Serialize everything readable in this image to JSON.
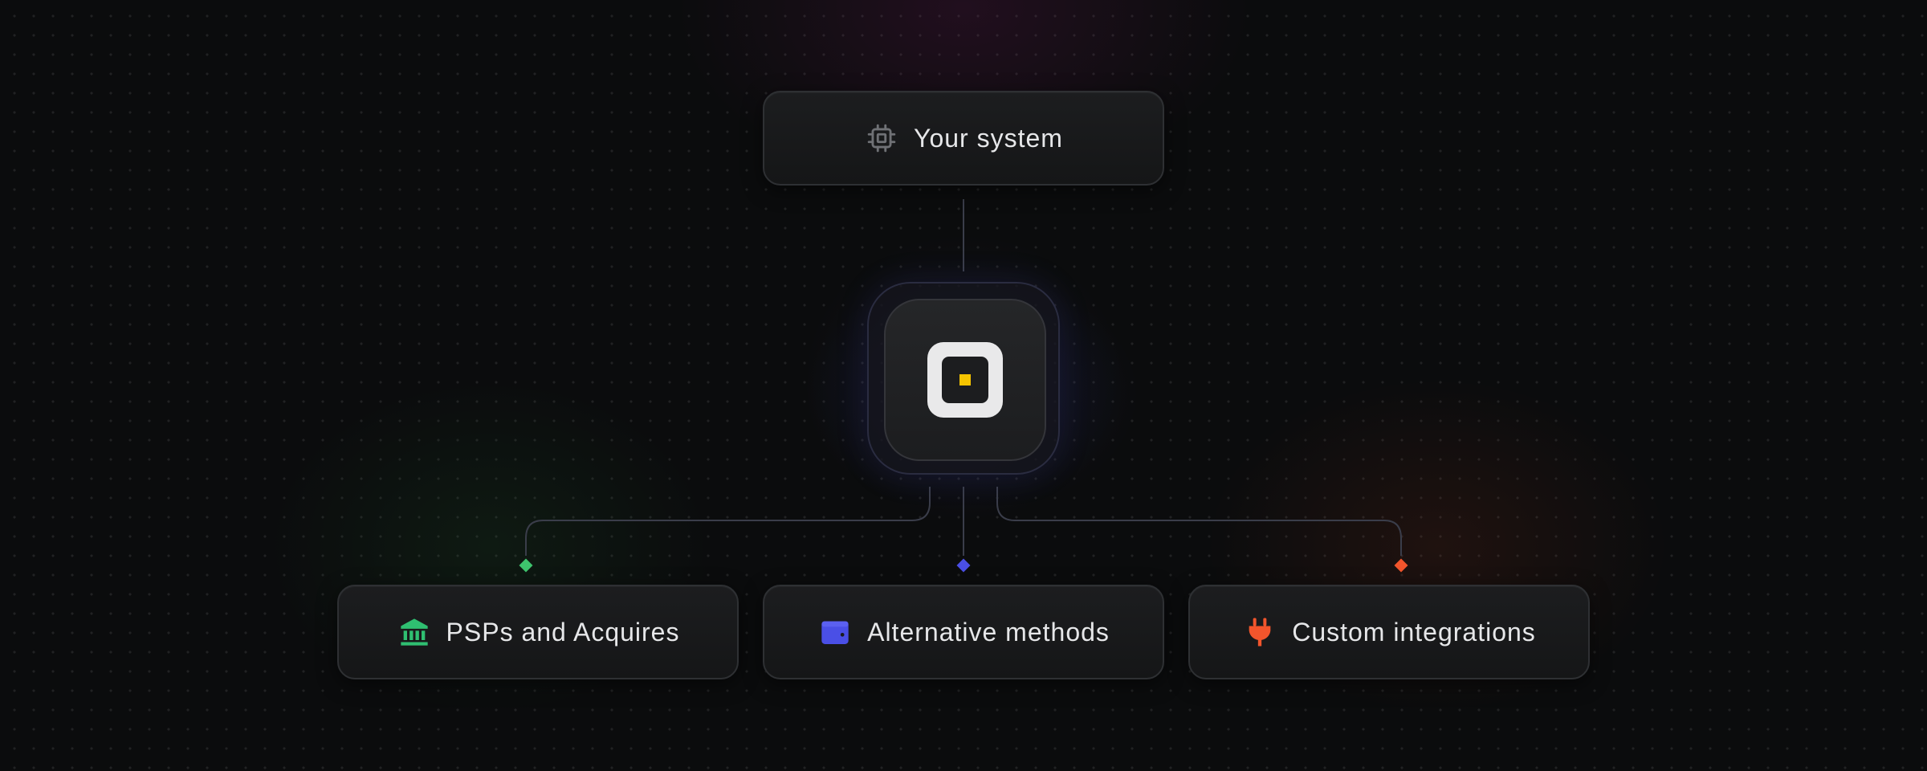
{
  "nodes": {
    "top": {
      "label": "Your system",
      "icon": "cpu-chip-icon",
      "icon_color": "#6f7175"
    },
    "psp": {
      "label": "PSPs and Acquires",
      "icon": "bank-icon",
      "icon_color": "#2fbf71"
    },
    "alt": {
      "label": "Alternative methods",
      "icon": "wallet-icon",
      "icon_color": "#4a4fe6"
    },
    "custom": {
      "label": "Custom integrations",
      "icon": "plug-icon",
      "icon_color": "#f2552c"
    }
  },
  "hub": {
    "icon": "app-logo-icon",
    "accent": "#f5c400"
  },
  "colors": {
    "background": "#0b0c0d",
    "connector": "#3a3d4a",
    "green": "#3ec46d",
    "blue": "#4a4fe6",
    "orange": "#f2552c"
  }
}
